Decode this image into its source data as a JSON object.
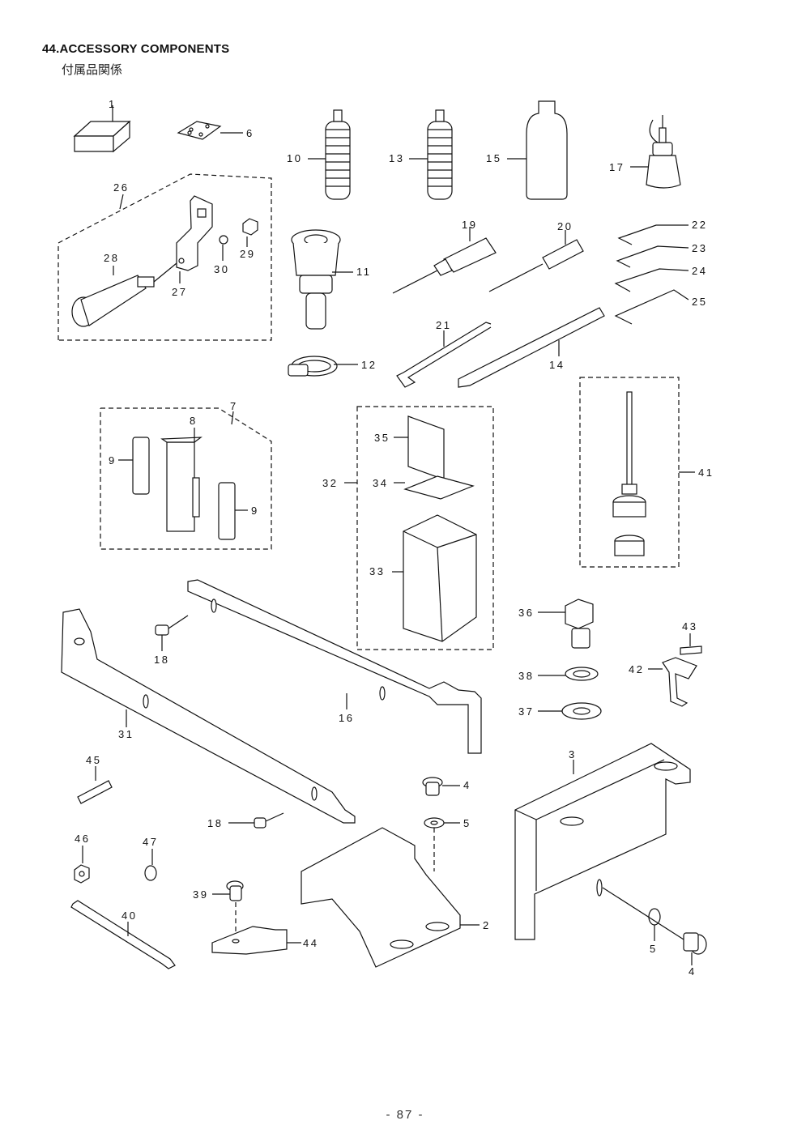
{
  "header": {
    "title": "44.ACCESSORY COMPONENTS",
    "subtitle": "付属品関係"
  },
  "footer": {
    "page_number": "- 87 -"
  },
  "callouts": [
    "1",
    "2",
    "3",
    "4",
    "4",
    "5",
    "5",
    "6",
    "7",
    "8",
    "9",
    "9",
    "10",
    "11",
    "12",
    "13",
    "14",
    "15",
    "16",
    "17",
    "18",
    "18",
    "19",
    "20",
    "21",
    "22",
    "23",
    "24",
    "25",
    "26",
    "27",
    "28",
    "29",
    "30",
    "31",
    "32",
    "33",
    "34",
    "35",
    "36",
    "37",
    "38",
    "39",
    "40",
    "41",
    "42",
    "43",
    "44",
    "45",
    "46",
    "47"
  ]
}
